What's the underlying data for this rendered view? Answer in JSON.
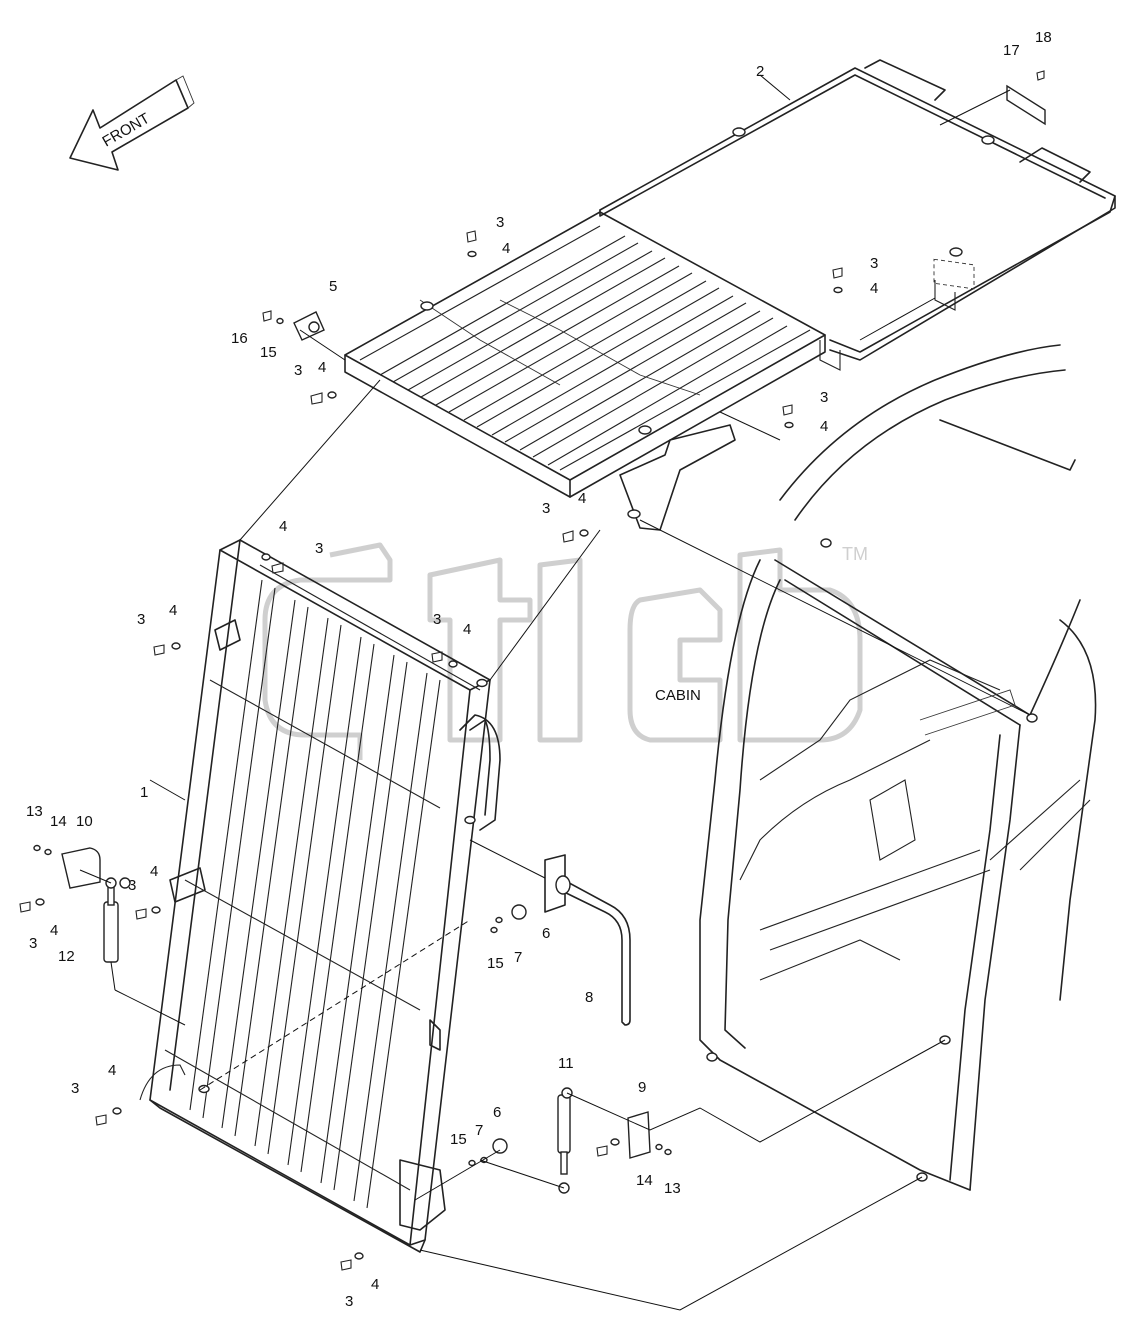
{
  "diagram": {
    "front_label": "FRONT",
    "cabin_label": "CABIN",
    "watermark_tm": "TM",
    "callouts": {
      "c1": "1",
      "c2": "2",
      "c5": "5",
      "c6a": "6",
      "c6b": "6",
      "c7a": "7",
      "c7b": "7",
      "c8": "8",
      "c9": "9",
      "c10": "10",
      "c11": "11",
      "c12": "12",
      "c13a": "13",
      "c13b": "13",
      "c14a": "14",
      "c14b": "14",
      "c15a": "15",
      "c15b": "15",
      "c15c": "15",
      "c16": "16",
      "c17": "17",
      "c18": "18",
      "c3a": "3",
      "c4a": "4",
      "c3b": "3",
      "c4b": "4",
      "c3c": "3",
      "c4c": "4",
      "c3d": "3",
      "c4d": "4",
      "c3e": "3",
      "c4e": "4",
      "c3f": "3",
      "c4f": "4",
      "c3g": "3",
      "c4g": "4",
      "c3h": "3",
      "c4h": "4",
      "c3i": "3",
      "c4i": "4",
      "c3j": "3",
      "c4j": "4",
      "c3k": "3",
      "c4k": "4",
      "c3l": "3",
      "c4l": "4"
    }
  }
}
